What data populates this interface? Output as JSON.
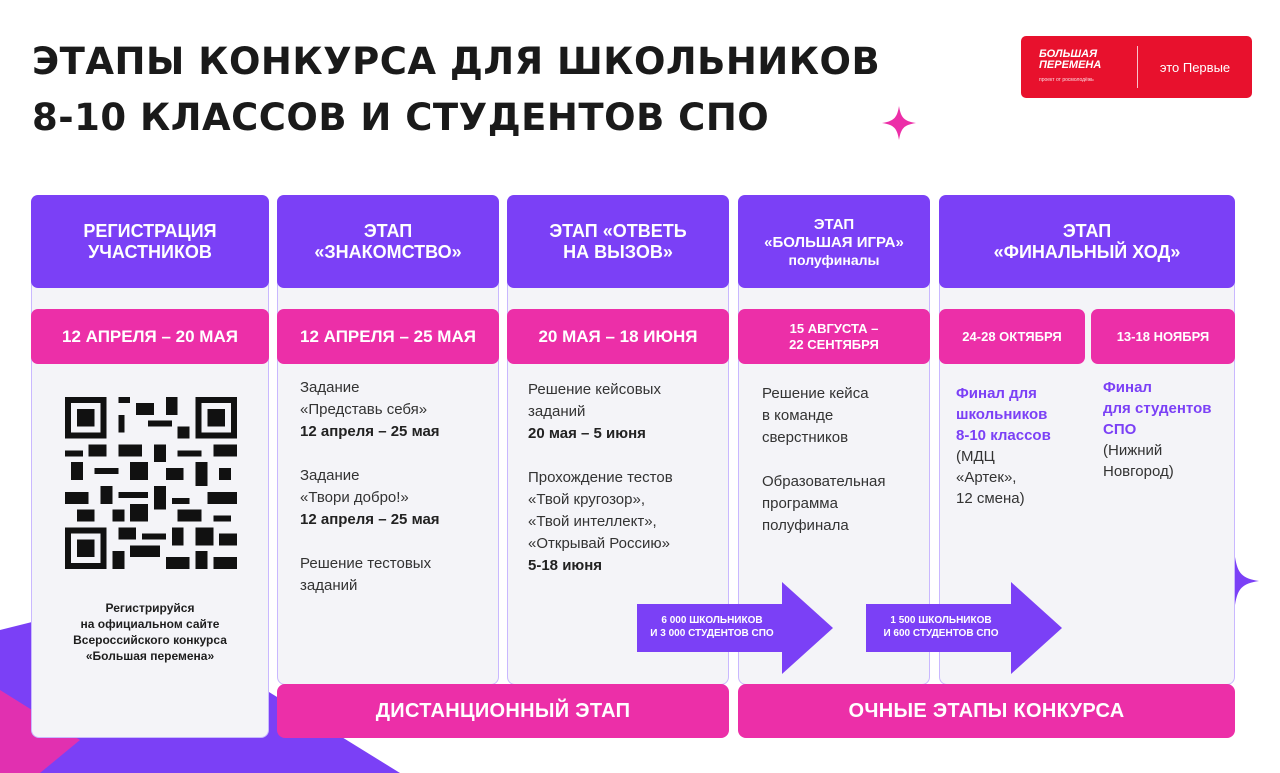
{
  "title": {
    "line1": "ЭТАПЫ КОНКУРСА ДЛЯ ШКОЛЬНИКОВ",
    "line2": "8-10 КЛАССОВ И СТУДЕНТОВ СПО"
  },
  "logo": {
    "brand_line1": "БОЛЬШАЯ",
    "brand_line2": "ПЕРЕМЕНА",
    "brand_sub": "проект от росмолодёжь",
    "tagline": "это Первые"
  },
  "columns": {
    "c1": {
      "head1": "РЕГИСТРАЦИЯ",
      "head2": "УЧАСТНИКОВ",
      "date": "12 АПРЕЛЯ – 20 МАЯ",
      "caption1": "Регистрируйся",
      "caption2": "на официальном сайте",
      "caption3": "Всероссийского конкурса",
      "caption4": "«Большая перемена»"
    },
    "c2": {
      "head1": "ЭТАП",
      "head2": "«ЗНАКОМСТВО»",
      "date": "12 АПРЕЛЯ – 25 МАЯ",
      "t1": "Задание",
      "t2": "«Представь себя»",
      "t3": "12 апреля – 25 мая",
      "t4": "Задание",
      "t5": "«Твори добро!»",
      "t6": "12 апреля – 25 мая",
      "t7": "Решение тестовых",
      "t8": "заданий"
    },
    "c3": {
      "head1": "ЭТАП «ОТВЕТЬ",
      "head2": "НА ВЫЗОВ»",
      "date": "20 МАЯ – 18 ИЮНЯ",
      "t1": "Решение кейсовых",
      "t2": "заданий",
      "t3": "20 мая – 5 июня",
      "t4": "Прохождение тестов",
      "t5": "«Твой кругозор»,",
      "t6": "«Твой интеллект»,",
      "t7": "«Открывай Россию»",
      "t8": "5-18 июня"
    },
    "c4": {
      "head1": "ЭТАП",
      "head2": "«БОЛЬШАЯ ИГРА»",
      "head3": "полуфиналы",
      "date1": "15 АВГУСТА –",
      "date2": "22 СЕНТЯБРЯ",
      "t1": "Решение кейса",
      "t2": "в команде",
      "t3": "сверстников",
      "t4": "Образовательная",
      "t5": "программа",
      "t6": "полуфинала"
    },
    "c5": {
      "head1": "ЭТАП",
      "head2": "«ФИНАЛЬНЫЙ ХОД»",
      "date_a": "24-28 ОКТЯБРЯ",
      "date_b": "13-18 НОЯБРЯ",
      "a1": "Финал для",
      "a2": "школьников",
      "a3": "8-10 классов",
      "a4": "(МДЦ",
      "a5": "«Артек»,",
      "a6": "12 смена)",
      "b1": "Финал",
      "b2": "для студентов",
      "b3": "СПО",
      "b4": "(Нижний",
      "b5": "Новгород)"
    }
  },
  "arrows": {
    "a1_line1": "6 000 ШКОЛЬНИКОВ",
    "a1_line2": "И 3 000 СТУДЕНТОВ СПО",
    "a2_line1": "1 500 ШКОЛЬНИКОВ",
    "a2_line2": "И 600 СТУДЕНТОВ СПО"
  },
  "bands": {
    "remote": "ДИСТАНЦИОННЫЙ ЭТАП",
    "offline": "ОЧНЫЕ ЭТАПЫ КОНКУРСА"
  },
  "colors": {
    "purple": "#7b40f6",
    "pink": "#ec2fa8",
    "red": "#e8112d"
  }
}
